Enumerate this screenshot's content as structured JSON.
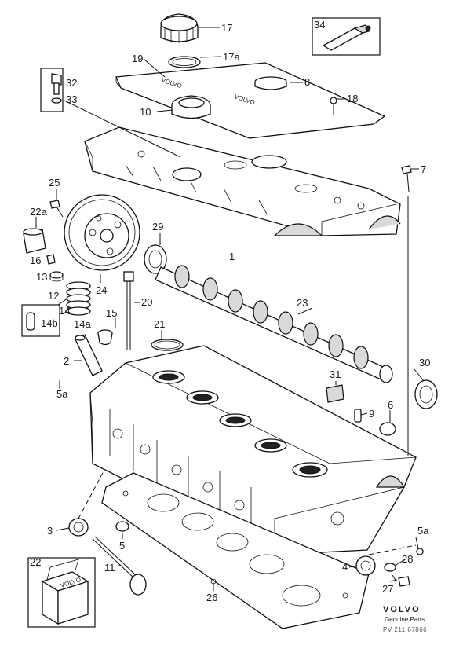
{
  "labels": {
    "l1": "1",
    "l2": "2",
    "l3": "3",
    "l4": "4",
    "l5": "5",
    "l5a_left": "5a",
    "l5a_right": "5a",
    "l6": "6",
    "l7": "7",
    "l8": "8",
    "l9": "9",
    "l10": "10",
    "l11": "11",
    "l12": "12",
    "l13": "13",
    "l14": "14",
    "l14a": "14a",
    "l14b": "14b",
    "l15": "15",
    "l16": "16",
    "l17": "17",
    "l17a": "17a",
    "l18": "18",
    "l19": "19",
    "l20": "20",
    "l21": "21",
    "l22": "22",
    "l22a": "22a",
    "l23": "23",
    "l24": "24",
    "l25": "25",
    "l26": "26",
    "l27": "27",
    "l28": "28",
    "l29": "29",
    "l30": "30",
    "l31": "31",
    "l32": "32",
    "l33": "33",
    "l34": "34"
  },
  "branding": {
    "logo": "VOLVO",
    "tagline": "Genuine Parts",
    "reference": "PV 211 67866"
  },
  "box_logo": "VOLVO"
}
